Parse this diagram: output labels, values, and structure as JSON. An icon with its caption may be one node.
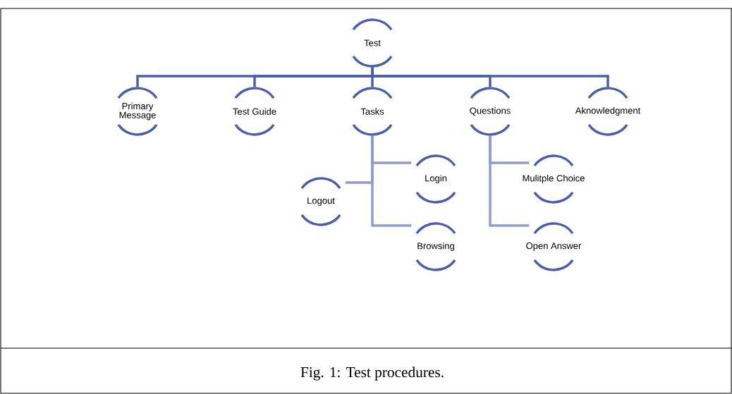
{
  "diagram": {
    "caption": "Fig. 1: Test procedures.",
    "nodes": [
      {
        "text": [
          "Test"
        ]
      },
      {
        "text": [
          "Primary Message"
        ]
      },
      {
        "text": [
          "Test Guide"
        ]
      },
      {
        "text": [
          "Tasks"
        ]
      },
      {
        "text": [
          "Questions"
        ]
      },
      {
        "text": [
          "Aknowledgment"
        ]
      },
      {
        "text": [
          "Logout"
        ]
      },
      {
        "text": [
          "Login"
        ]
      },
      {
        "text": [
          "Browsing"
        ]
      },
      {
        "text": [
          "Mulitple  Choice"
        ]
      },
      {
        "text": [
          "Open Answer"
        ]
      }
    ],
    "edges": [
      {
        "from": 0,
        "to": 1,
        "arrow": "none"
      },
      {
        "from": 0,
        "to": 2,
        "arrow": "none"
      },
      {
        "from": 0,
        "to": 3,
        "arrow": "none"
      },
      {
        "from": 0,
        "to": 4,
        "arrow": "none"
      },
      {
        "from": 0,
        "to": 5,
        "arrow": "none"
      },
      {
        "from": 3,
        "to": 6,
        "arrow": "none",
        "color": "#8d9ccb"
      },
      {
        "from": 3,
        "to": 7,
        "arrow": "none",
        "color": "#8d9ccb"
      },
      {
        "from": 3,
        "to": 8,
        "arrow": "none",
        "color": "#8d9ccb"
      },
      {
        "from": 4,
        "to": 9,
        "arrow": "none",
        "color": "#8d9ccb"
      },
      {
        "from": 4,
        "to": 10,
        "arrow": "none",
        "color": "#8d9ccb"
      }
    ]
  }
}
